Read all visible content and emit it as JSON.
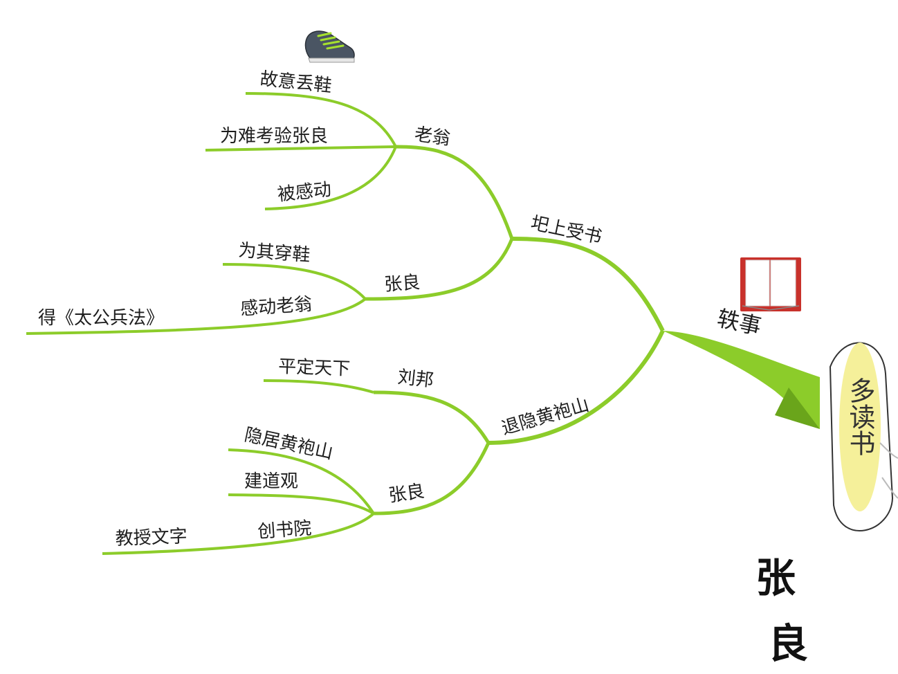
{
  "root": {
    "label": "轶事",
    "title_chars": [
      "张",
      "良"
    ],
    "bubble_text": "多读书"
  },
  "colors": {
    "branch": "#8ccc2a",
    "branch_dark": "#6aa51b",
    "bubble": "#f5f09a",
    "book_cover": "#c8312b"
  },
  "branches": {
    "b1": {
      "label": "圯上受书",
      "old_man": {
        "label": "老翁",
        "items": [
          "故意丢鞋",
          "为难考验张良",
          "被感动"
        ]
      },
      "zhang": {
        "label": "张良",
        "items": [
          "为其穿鞋",
          "感动老翁"
        ],
        "outcome": "得《太公兵法》"
      }
    },
    "b2": {
      "label": "退隐黄袍山",
      "liubang": {
        "label": "刘邦",
        "items": [
          "平定天下"
        ]
      },
      "zhang": {
        "label": "张良",
        "items": [
          "隐居黄袍山",
          "建道观",
          "创书院"
        ],
        "outcome": "教授文字"
      }
    }
  },
  "icons": {
    "shoe": "shoe-icon",
    "book": "book-icon"
  }
}
